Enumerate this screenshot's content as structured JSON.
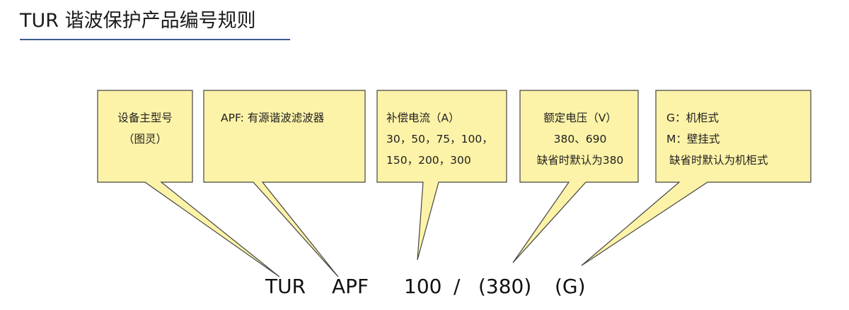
{
  "title": "TUR 谐波保护产品编号规则",
  "colors": {
    "callout_fill": "#fdf3a8",
    "callout_stroke": "#444444",
    "title_underline": "#3c5a8c"
  },
  "callouts": [
    {
      "lines": [
        "设备主型号",
        "（图灵）"
      ]
    },
    {
      "lines": [
        "APF: 有源谐波滤波器"
      ]
    },
    {
      "lines": [
        "补偿电流（A）",
        "30，50，75，100，",
        "150，200，300"
      ]
    },
    {
      "lines": [
        "额定电压（V）",
        "380、690",
        "缺省时默认为380"
      ]
    },
    {
      "lines": [
        "G：机柜式",
        "M：壁挂式",
        "缺省时默认为机柜式"
      ]
    }
  ],
  "code": {
    "series": "TUR",
    "type": "APF",
    "current": "100",
    "separator": "/",
    "voltage": "(380)",
    "mounting": "(G)"
  }
}
